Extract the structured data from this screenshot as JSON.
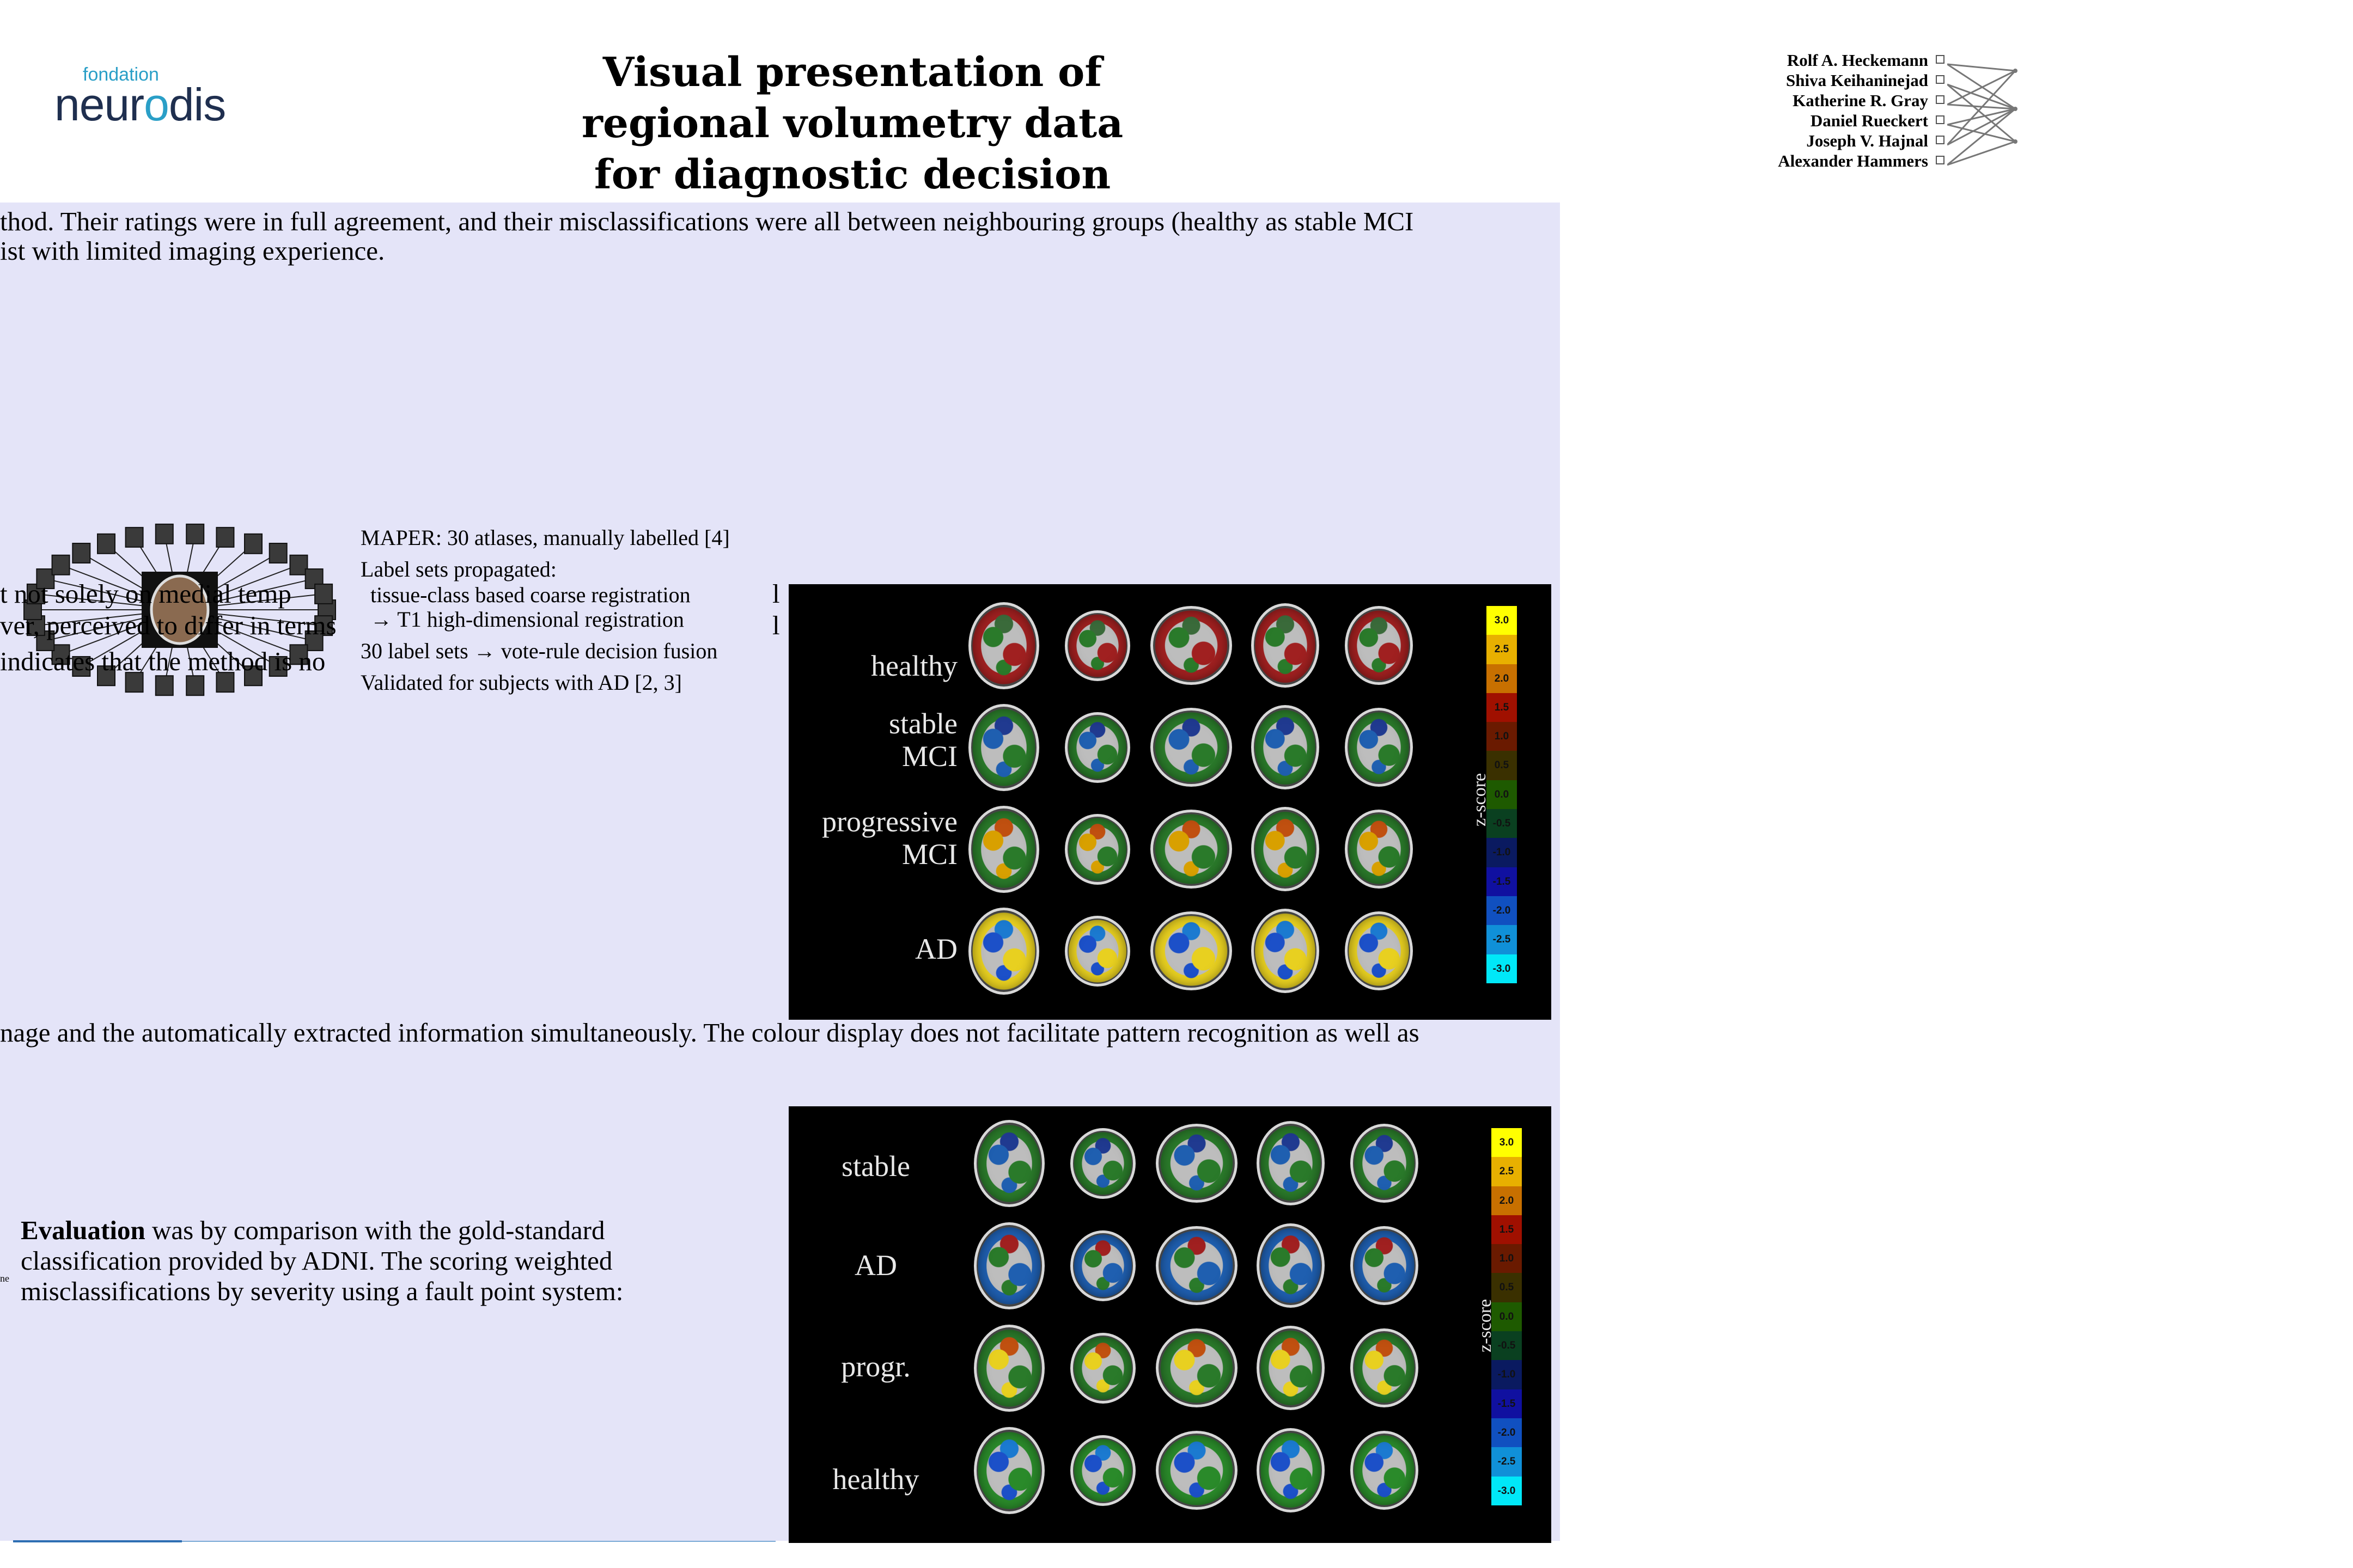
{
  "header": {
    "logo_small": "fondation",
    "logo_big_1": "neur",
    "logo_big_o": "o",
    "logo_big_2": "dis",
    "title_line1": "Visual presentation of regional volumetry data",
    "title_line2": "for diagnostic decision support in AD MR imaging",
    "authors": [
      "Rolf A. Heckemann",
      "Shiva Keihaninejad",
      "Katherine R. Gray",
      "Daniel Rueckert",
      "Joseph V. Hajnal",
      "Alexander Hammers"
    ]
  },
  "body": {
    "top_line1": "thod. Their ratings were in full agreement, and their misclassifications were all between neighbouring groups (healthy as stable MCI",
    "top_line2": "ist with limited imaging experience.",
    "frag1": "t not solely on medial temp",
    "frag2": "ver, perceived to differ in terms",
    "frag3": "indicates that the method is no",
    "right_frag1": "l",
    "right_frag2": "l",
    "maper": {
      "l1": "MAPER: 30 atlases, manually labelled [4]",
      "l2": "Label sets propagated:",
      "l3": "tissue-class based coarse registration",
      "l4": "→ T1 high-dimensional registration",
      "l5": "30 label sets → vote-rule decision fusion",
      "l6": "Validated for subjects with AD [2, 3]"
    },
    "mid_line": "nage and the automatically extracted information simultaneously. The colour display does not facilitate pattern recognition as well as",
    "eval_bold": "Evaluation",
    "eval_rest": " was by comparison with the gold-standard classification provided by ADNI. The scoring weighted misclassifications by severity using a fault point system:",
    "tiny": "ne"
  },
  "figure1": {
    "rows": [
      "healthy",
      "stable\nMCI",
      "progressive\nMCI",
      "AD"
    ],
    "colorbar_label": "z-score",
    "colorbar_ticks": [
      "3.0",
      "2.5",
      "2.0",
      "1.5",
      "1.0",
      "0.5",
      "0.0",
      "-0.5",
      "-1.0",
      "-1.5",
      "-2.0",
      "-2.5",
      "-3.0"
    ],
    "colorbar_colors": [
      "#ffff00",
      "#e8b000",
      "#c87000",
      "#a01000",
      "#6a1a00",
      "#3a3000",
      "#1e5a00",
      "#0a4020",
      "#0a1a60",
      "#1010a0",
      "#1050c0",
      "#1090d8",
      "#00e8f8"
    ]
  },
  "figure2": {
    "rows": [
      "stable",
      "AD",
      "progr.",
      "healthy"
    ],
    "colorbar_label": "z-score",
    "colorbar_ticks": [
      "3.0",
      "2.5",
      "2.0",
      "1.5",
      "1.0",
      "0.5",
      "0.0",
      "-0.5",
      "-1.0",
      "-1.5",
      "-2.0",
      "-2.5",
      "-3.0"
    ]
  }
}
